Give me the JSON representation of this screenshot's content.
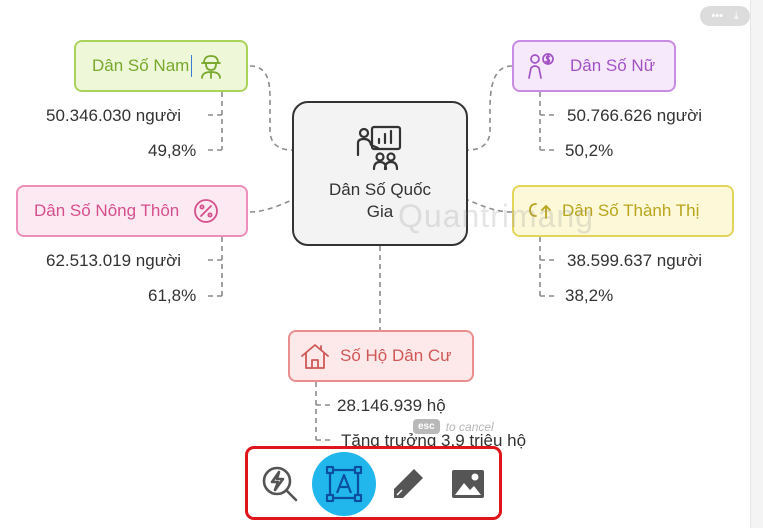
{
  "nodes": {
    "center": {
      "title": "Dân Số Quốc Gia"
    },
    "male": {
      "label": "Dân Số Nam",
      "stats": [
        "50.346.030 người",
        "49,8%"
      ]
    },
    "female": {
      "label": "Dân Số Nữ",
      "stats": [
        "50.766.626 người",
        "50,2%"
      ]
    },
    "rural": {
      "label": "Dân Số Nông Thôn",
      "stats": [
        "62.513.019 người",
        "61,8%"
      ]
    },
    "urban": {
      "label": "Dân Số Thành Thị",
      "stats": [
        "38.599.637 người",
        "38,2%"
      ]
    },
    "household": {
      "label": "Số Hộ Dân Cư",
      "stats": [
        "28.146.939 hộ",
        "Tăng trưởng 3,9 triệu hộ"
      ]
    }
  },
  "icons": {
    "male": "worker-icon",
    "female": "woman-money-icon",
    "rural": "percent-icon",
    "urban": "growth-icon",
    "household": "house-icon",
    "center": "presentation-icon"
  },
  "colors": {
    "male": "#a9d35b",
    "female": "#c98be4",
    "rural": "#ec8fba",
    "urban": "#e3d55a",
    "household": "#e98e8e",
    "toolbar_active": "#21b7ec",
    "highlight": "#e0141b"
  },
  "hint": {
    "key": "esc",
    "text": "to cancel"
  },
  "watermark": "Quantrimang",
  "toolbar": {
    "tools": [
      {
        "name": "quick-search-tool",
        "icon": "zap-search-icon"
      },
      {
        "name": "text-tool",
        "icon": "text-frame-icon",
        "active": true
      },
      {
        "name": "pen-tool",
        "icon": "pen-icon"
      },
      {
        "name": "image-tool",
        "icon": "image-icon"
      }
    ]
  }
}
